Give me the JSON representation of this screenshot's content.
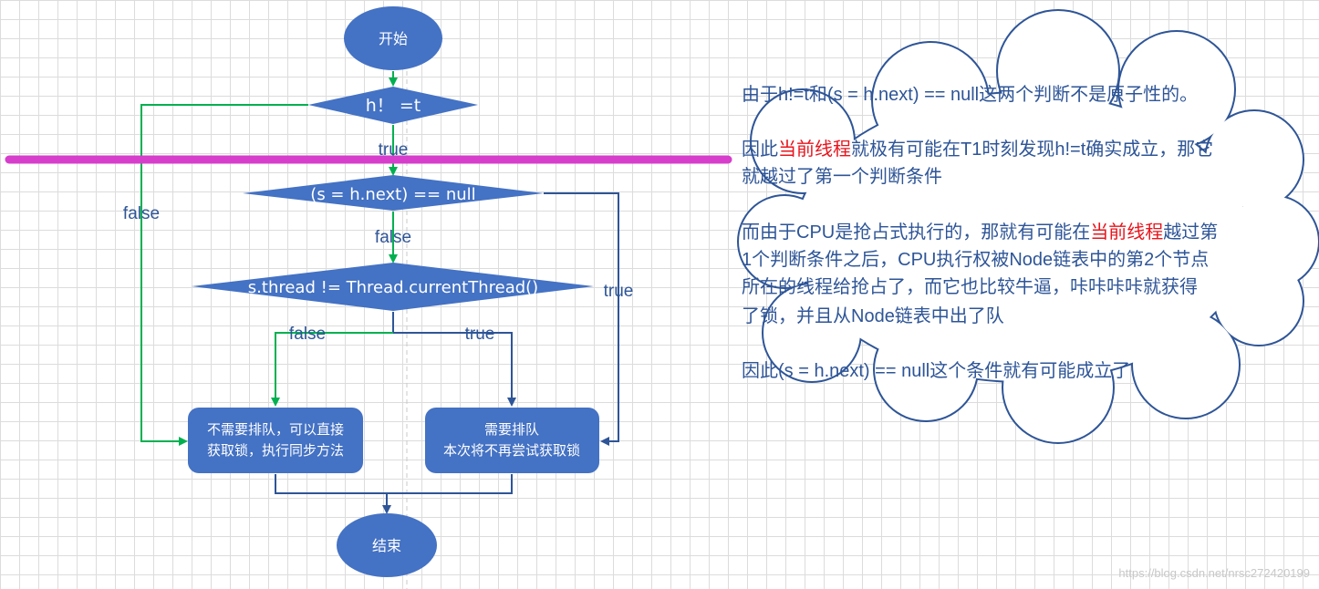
{
  "nodes": {
    "start": "开始",
    "decision1": "h！ =t",
    "decision2": "(s = h.next) == null",
    "decision3": "s.thread != Thread.currentThread()",
    "box_left": [
      "不需要排队，可以直接",
      "获取锁，执行同步方法"
    ],
    "box_right": [
      "需要排队",
      "本次将不再尝试获取锁"
    ],
    "end": "结束"
  },
  "edges": {
    "d1_true": "true",
    "d1_false": "false",
    "d2_false": "false",
    "d2_true": "true",
    "d3_false": "false",
    "d3_true": "true"
  },
  "note": {
    "p1": "由于h!=t和(s = h.next) == null这两个判断不是原子性的。",
    "p2_a": "因此",
    "p2_hl": "当前线程",
    "p2_b": "就极有可能在T1时刻发现h!=t确实成立，那它",
    "p2_c": "就越过了第一个判断条件",
    "p3_a": "而由于CPU是抢占式执行的，那就有可能在",
    "p3_hl": "当前线程",
    "p3_b": "越过第",
    "p3_c": "1个判断条件之后，CPU执行权被Node链表中的第2个节点",
    "p3_d": "所在的线程给抢占了，而它也比较牛逼，咔咔咔咔就获得",
    "p3_e": "了锁，并且从Node链表中出了队",
    "p4": "因此(s = h.next) == null这个条件就有可能成立了"
  },
  "watermark": "https://blog.csdn.net/nrsc272420199",
  "colors": {
    "shape_fill": "#4472c4",
    "connector_blue": "#2e5597",
    "connector_green": "#00b050",
    "divider": "#d63ecb",
    "highlight": "#e8141c"
  }
}
